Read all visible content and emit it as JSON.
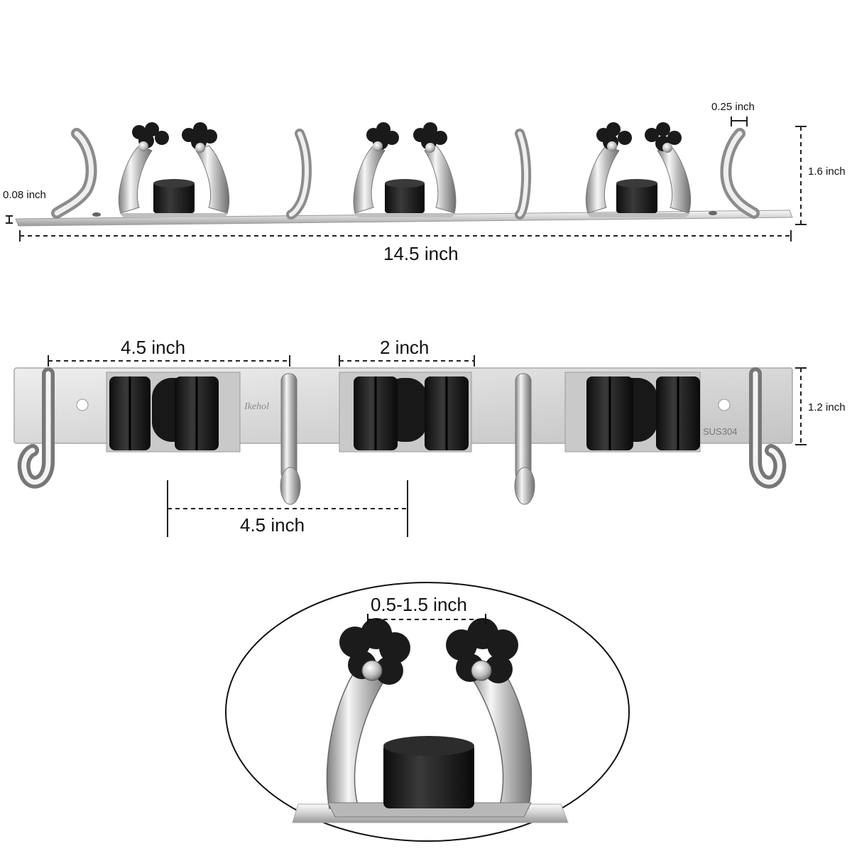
{
  "dimensions": {
    "overall_length": "14.5 inch",
    "overall_height": "1.6 inch",
    "plate_thickness": "0.08 inch",
    "hook_wire": "0.25 inch",
    "clip_group_span": "4.5 inch",
    "clip_width": "2 inch",
    "front_height": "1.2 inch",
    "hook_spacing": "4.5 inch",
    "grip_range": "0.5-1.5 inch"
  },
  "engravings": {
    "logo": "Ikehol",
    "material": "SUS304"
  },
  "colors": {
    "steel_light": "#f2f2f2",
    "steel_mid": "#c8c8c8",
    "steel_dark": "#8a8a8a",
    "rubber": "#1c1c1c",
    "dimension_line": "#222222"
  }
}
